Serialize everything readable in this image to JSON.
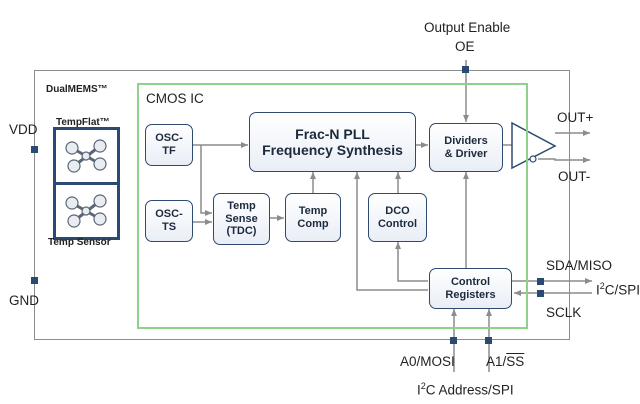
{
  "labels": {
    "output_enable": "Output Enable",
    "oe": "OE",
    "dualmems": "DualMEMS™",
    "cmos_ic": "CMOS IC",
    "vdd": "VDD",
    "gnd": "GND",
    "tempflat": "TempFlat™",
    "temp_sensor": "Temp Sensor",
    "out_plus": "OUT+",
    "out_minus": "OUT-",
    "sda_miso": "SDA/MISO",
    "i2c_spi_prefix": "I",
    "i2c_spi_sup": "2",
    "i2c_spi_suffix": "C/SPI",
    "sclk": "SCLK",
    "a0_mosi": "A0/MOSI",
    "a1_prefix": "A1/",
    "a1_ss": "SS",
    "i2c_addr_prefix": "I",
    "i2c_addr_sup": "2",
    "i2c_addr_suffix": "C Address/SPI"
  },
  "blocks": {
    "osc_tf": [
      "OSC-",
      "TF"
    ],
    "osc_ts": [
      "OSC-",
      "TS"
    ],
    "pll": [
      "Frac-N PLL",
      "Frequency Synthesis"
    ],
    "temp_sense": [
      "Temp",
      "Sense",
      "(TDC)"
    ],
    "temp_comp": [
      "Temp",
      "Comp"
    ],
    "dco": [
      "DCO",
      "Control"
    ],
    "dividers": [
      "Dividers",
      "& Driver"
    ],
    "control": [
      "Control",
      "Registers"
    ]
  },
  "colors": {
    "block_border": "#2e4a70",
    "pin": "#2b4a72",
    "wire": "#8c8c8c",
    "cmos_border": "#8fd08a"
  }
}
